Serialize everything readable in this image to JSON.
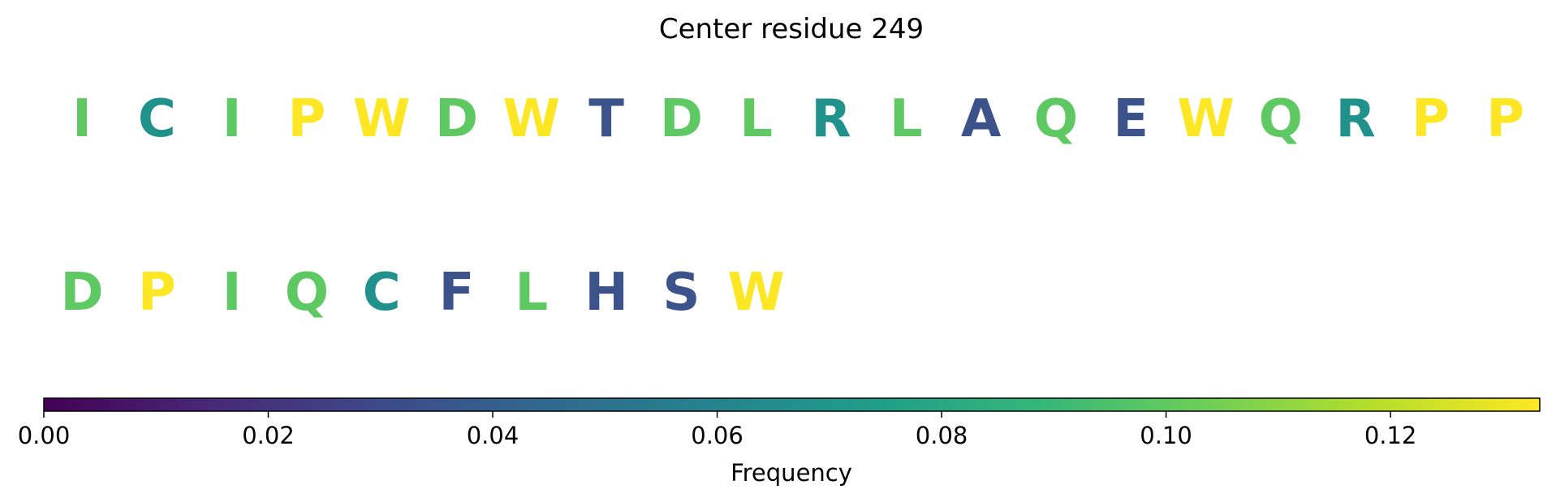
{
  "chart_data": {
    "type": "heatmap",
    "title": "Center residue 249",
    "rows": [
      {
        "residues": [
          "I",
          "C",
          "I",
          "P",
          "W",
          "D",
          "W",
          "T",
          "D",
          "L",
          "R",
          "L",
          "A",
          "Q",
          "E",
          "W",
          "Q",
          "R",
          "P",
          "P"
        ],
        "colors": [
          "#5ec962",
          "#21918c",
          "#5ec962",
          "#fde725",
          "#fde725",
          "#5ec962",
          "#fde725",
          "#3b528b",
          "#5ec962",
          "#5ec962",
          "#21918c",
          "#5ec962",
          "#3b528b",
          "#5ec962",
          "#3b528b",
          "#fde725",
          "#5ec962",
          "#21918c",
          "#fde725",
          "#fde725"
        ]
      },
      {
        "residues": [
          "D",
          "P",
          "I",
          "Q",
          "C",
          "F",
          "L",
          "H",
          "S",
          "W"
        ],
        "colors": [
          "#5ec962",
          "#fde725",
          "#5ec962",
          "#5ec962",
          "#21918c",
          "#3b528b",
          "#5ec962",
          "#3b528b",
          "#3b528b",
          "#fde725"
        ]
      }
    ],
    "colorbar": {
      "label": "Frequency",
      "min": 0.0,
      "max": 0.1333,
      "ticks": [
        0.0,
        0.02,
        0.04,
        0.06,
        0.08,
        0.1,
        0.12
      ],
      "tick_labels": [
        "0.00",
        "0.02",
        "0.04",
        "0.06",
        "0.08",
        "0.10",
        "0.12"
      ],
      "colormap": "viridis",
      "colormap_stops": [
        "#440154",
        "#482878",
        "#3e4989",
        "#31688e",
        "#26828e",
        "#1f9e89",
        "#35b779",
        "#6ece58",
        "#b5de2b",
        "#fde725"
      ]
    }
  }
}
